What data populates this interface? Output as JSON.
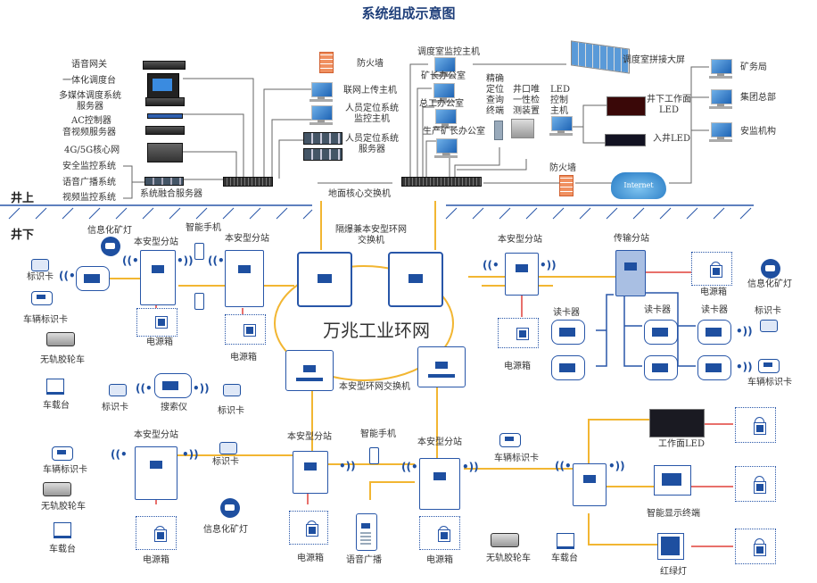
{
  "title": "系统组成示意图",
  "zones": {
    "above": "井上",
    "below": "井下"
  },
  "surface": {
    "left_devices": [
      "语音网关",
      "一体化调度台",
      "多媒体调度系统服务器",
      "AC控制器",
      "音视频服务器",
      "4G/5G核心网"
    ],
    "left_systems": [
      "安全监控系统",
      "语音广播系统",
      "视频监控系统"
    ],
    "fusion_server": "系统融合服务器",
    "firewall_top": "防火墙",
    "upload_host": "联网上传主机",
    "positioning_monitor": "人员定位系统监控主机",
    "positioning_server": "人员定位系统服务器",
    "core_switch": "地面核心交换机",
    "dispatch_monitor": "调度室监控主机",
    "offices": [
      "矿长办公室",
      "总工办公室",
      "生产矿长办公室"
    ],
    "precise_terminal": "精确定位查询终端",
    "wellhead_device": "井口唯一性检测装置",
    "led_host": "LED控制主机",
    "video_wall": "调度室拼接大屏",
    "underground_led": "井下工作面LED",
    "entry_led": "入井LED",
    "firewall_right": "防火墙",
    "internet": "Internet",
    "remote": [
      "矿务局",
      "集团总部",
      "安监机构"
    ]
  },
  "underground": {
    "ring_title": "万兆工业环网",
    "explosion_switch": "隔爆兼本安型环网交换机",
    "ring_switch": "本安型环网交换机",
    "substation": "本安型分站",
    "transfer_station": "传输分站",
    "power_box": "电源箱",
    "card_reader": "读卡器",
    "id_card": "标识卡",
    "vehicle_card": "车辆标识卡",
    "lamp": "信息化矿灯",
    "phone": "智能手机",
    "truck": "无轨胶轮车",
    "vehicle_terminal": "车载台",
    "searcher": "搜索仪",
    "broadcast": "语音广播",
    "face_led": "工作面LED",
    "smart_display": "智能显示终端",
    "traffic_light": "红绿灯"
  }
}
